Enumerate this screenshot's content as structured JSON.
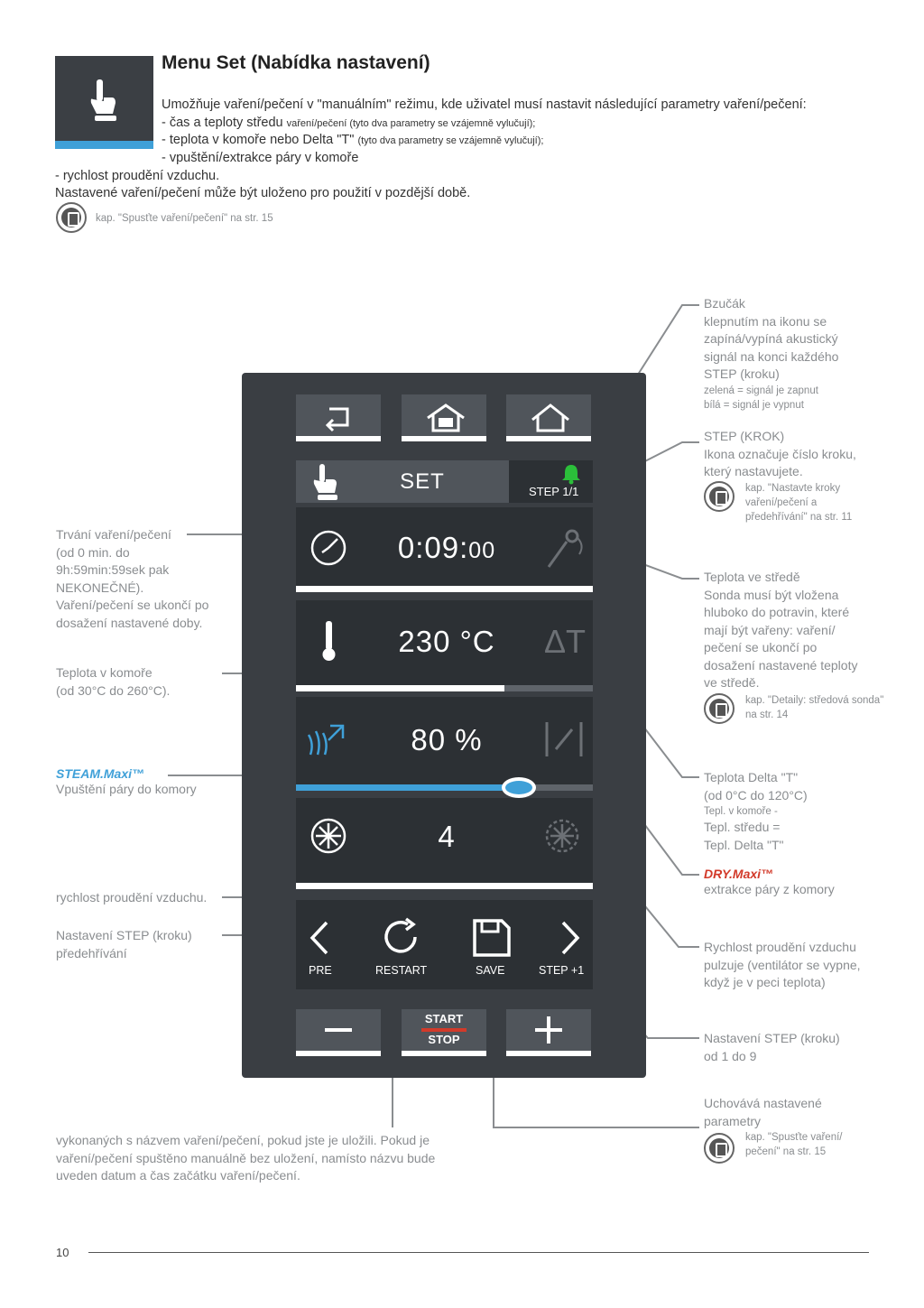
{
  "header": {
    "title": "Menu Set (Nabídka nastavení)",
    "intro": "Umožňuje vaření/pečení v \"manuálním\" režimu, kde uživatel musí nastavit následující parametry vaření/pečení:",
    "bullet1_main": "- čas a teploty středu ",
    "bullet1_small": "vaření/pečení (tyto dva parametry se vzájemně vylučují);",
    "bullet2_main": "- teplota v komoře nebo Delta \"T\" ",
    "bullet2_small": "(tyto dva parametry se vzájemně vylučují);",
    "bullet3": "- vpuštění/extrakce páry v komoře",
    "bullet4": "- rychlost proudění vzduchu.",
    "saved_note": "Nastavené vaření/pečení může být uloženo pro použití v pozdější době.",
    "ref": "kap. \"Spusťte vaření/pečení\" na str. 15"
  },
  "device": {
    "set_label": "SET",
    "step_label": "STEP 1/1",
    "time_main": "0:09:",
    "time_sec": "00",
    "temp_value": "230 °C",
    "steam_value": "80 %",
    "fan_value": "4",
    "steam_level_pct": 75,
    "ctrl": {
      "pre": "PRE",
      "restart": "RESTART",
      "save": "SAVE",
      "step_plus": "STEP +1"
    },
    "start_label": "START",
    "stop_label": "STOP"
  },
  "annotations": {
    "buzzer_title": "Bzučák",
    "buzzer_l1": "klepnutím na ikonu se",
    "buzzer_l2": "zapíná/vypíná akustický",
    "buzzer_l3": "signál na konci každého",
    "buzzer_l4": "STEP (kroku)",
    "buzzer_green": "zelená = signál je zapnut",
    "buzzer_white": "bílá = signál je vypnut",
    "step_title": "STEP (KROK)",
    "step_l1": "Ikona označuje číslo kroku,",
    "step_l2": "který nastavujete.",
    "step_ref1": "kap. \"Nastavte kroky",
    "step_ref2": "vaření/pečení a",
    "step_ref3": "předehřívání\" na str. 11",
    "core_title": "Teplota ve středě",
    "core_l1": "Sonda musí být vložena",
    "core_l2": "hluboko do potravin, které",
    "core_l3": "mají být vařeny: vaření/",
    "core_l4": "pečení se ukončí po",
    "core_l5": "dosažení nastavené teploty",
    "core_l6": "ve středě.",
    "core_ref1": "kap. \"Detaily: středová sonda\"",
    "core_ref2": "na str. 14",
    "delta_title": "Teplota Delta \"T\"",
    "delta_l1": "(od 0°C do 120°C)",
    "delta_l2": "Tepl. v komoře -",
    "delta_l3": "Tepl. středu =",
    "delta_l4": "Tepl. Delta \"T\"",
    "dry_brand": "DRY.Maxi™",
    "dry_desc": "extrakce páry z komory",
    "pulse_title": "Rychlost proudění vzduchu",
    "pulse_l1": "pulzuje (ventilátor se vypne,",
    "pulse_l2": "když je v peci teplota)",
    "stepplus_title": "Nastavení STEP (kroku)",
    "stepplus_l1": "od 1 do 9",
    "save_title": "Uchovává nastavené",
    "save_l1": "parametry",
    "save_ref1": "kap. \"Spusťte vaření/",
    "save_ref2": "pečení\" na str. 15",
    "time_title": "Trvání vaření/pečení",
    "time_l1": "(od 0 min. do",
    "time_l2": "9h:59min:59sek pak",
    "time_l3": "NEKONEČNÉ).",
    "time_l4": "Vaření/pečení se ukončí po",
    "time_l5": "dosažení nastavené doby.",
    "chamber_title": "Teplota v komoře",
    "chamber_l1": "(od 30°C do 260°C).",
    "steam_brand": "STEAM.Maxi™",
    "steam_desc": "Vpuštění páry do komory",
    "fan_desc": "rychlost proudění vzduchu.",
    "pre_title": "Nastavení STEP (kroku)",
    "pre_l1": "předehřívání",
    "restart_l1": " vykonaných s názvem vaření/pečení, pokud jste je uložili. Pokud je",
    "restart_l2": "vaření/pečení spuštěno manuálně bez uložení, namísto názvu bude",
    "restart_l3": "uveden datum a čas začátku vaření/pečení."
  },
  "colors": {
    "accent_blue": "#3fa0d8",
    "dry_red": "#d23a2a",
    "bell_green": "#2bbf3a",
    "panel_dark": "#3a3e43"
  },
  "footer": {
    "page": "10"
  }
}
